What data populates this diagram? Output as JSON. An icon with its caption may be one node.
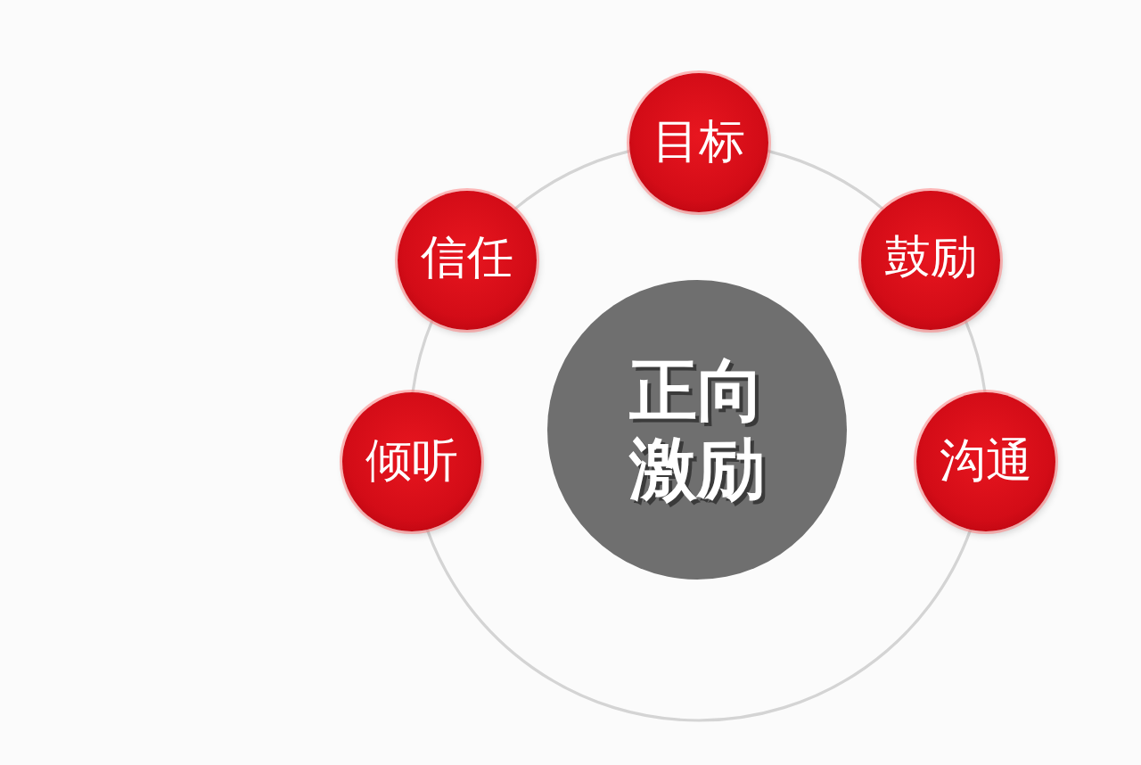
{
  "diagram": {
    "nodes": [
      {
        "text": [
          "目标"
        ]
      },
      {
        "text": [
          "信任"
        ]
      },
      {
        "text": [
          "鼓励"
        ]
      },
      {
        "text": [
          "正向激励"
        ]
      },
      {
        "text": [
          "倾听"
        ]
      },
      {
        "text": [
          "沟通"
        ]
      }
    ],
    "edges": [
      {
        "from": 1,
        "to": 0,
        "arrow": "none"
      },
      {
        "from": 0,
        "to": 2,
        "arrow": "none"
      },
      {
        "from": 2,
        "to": 5,
        "arrow": "none"
      },
      {
        "from": 5,
        "to": 4,
        "arrow": "none"
      },
      {
        "from": 4,
        "to": 1,
        "arrow": "none"
      }
    ]
  }
}
